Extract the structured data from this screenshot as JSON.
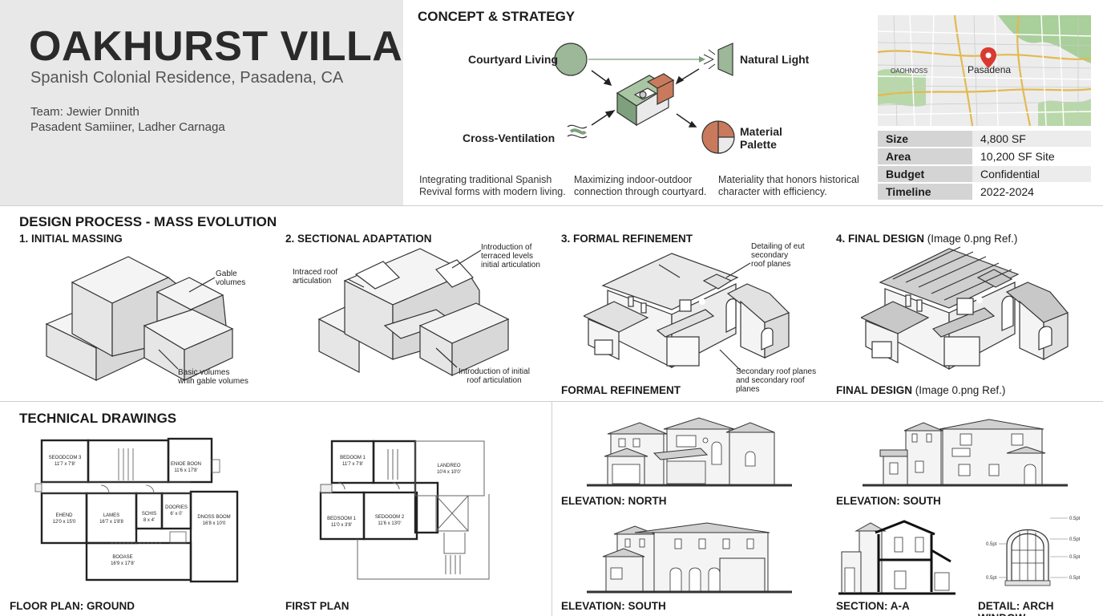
{
  "project": {
    "title": "OAKHURST VILLA",
    "subtitle": "Spanish Colonial Residence, Pasadena, CA",
    "team": "Team: Jewier Dnnith",
    "team2": "Pasadent Samiiner, Ladher Carnaga"
  },
  "concept": {
    "heading": "CONCEPT & STRATEGY",
    "labels": {
      "courtyard": "Courtyard Living",
      "light": "Natural Light",
      "ventilation": "Cross-Ventilation",
      "material1": "Material",
      "material2": "Palette"
    },
    "descriptions": [
      {
        "l1": "Integrating traditional Spanish",
        "l2": "Revival forms with modern living."
      },
      {
        "l1": "Maximizing indoor-outdoor",
        "l2": "connection through courtyard."
      },
      {
        "l1": "Materiality that honors historical",
        "l2": "character with efficiency."
      }
    ]
  },
  "map": {
    "city": "Pasadena",
    "area": "OAOHNOSS"
  },
  "stats": [
    {
      "label": "Size",
      "value": "4,800 SF"
    },
    {
      "label": "Area",
      "value": "10,200 SF Site"
    },
    {
      "label": "Budget",
      "value": "Confidential"
    },
    {
      "label": "Timeline",
      "value": "2022-2024"
    }
  ],
  "process": {
    "heading": "DESIGN PROCESS - MASS EVOLUTION",
    "steps": [
      {
        "title": "1. INITIAL MASSING",
        "suffix": ""
      },
      {
        "title": "2. SECTIONAL ADAPTATION",
        "suffix": ""
      },
      {
        "title": "3. FORMAL REFINEMENT",
        "suffix": ""
      },
      {
        "title": "4. FINAL DESIGN",
        "suffix": " (Image 0.png Ref.)"
      }
    ],
    "notes": {
      "gable1": "Gable",
      "gable2": "volumes",
      "basic1": "Basic volumes",
      "basic2": "wnih gable volumes",
      "intraced1": "Intraced roof",
      "intraced2": "articulation",
      "terraced1": "Introduction of",
      "terraced2": "terraced levels",
      "terraced3": "initial articulation",
      "initialroof1": "Introduction of initial",
      "initialroof2": "roof articulation",
      "detail1": "Detailing of eut",
      "detail2": "secondary",
      "detail3": "roof planes",
      "secondary1": "Secondary roof planes",
      "secondary2": "and secondary roof",
      "secondary3": "planes"
    },
    "caption3": "FORMAL REFINEMENT",
    "caption4": "FINAL DESIGN",
    "caption4_suffix": " (Image 0.png Ref.)"
  },
  "technical": {
    "heading": "TECHNICAL DRAWINGS",
    "ground_rooms": [
      {
        "name": "SEOODCOM 3",
        "dim": "11'7 x 7'8'"
      },
      {
        "name": "ENIOE BOON",
        "dim": "11'6 x 17'8'"
      },
      {
        "name": "LAMES",
        "dim": "16'7 x 1'8'8"
      },
      {
        "name": "EHEND",
        "dim": "12'0 x 15'0"
      },
      {
        "name": "SCHIS",
        "dim": "8 x 4'"
      },
      {
        "name": "DOORIES",
        "dim": "6' x 0'"
      },
      {
        "name": "DNOSS BOOM",
        "dim": "16'8 x 10'0"
      },
      {
        "name": "BOOASE",
        "dim": "16'9 x 17'8'"
      }
    ],
    "first_rooms": [
      {
        "name": "BEDOOM 1",
        "dim": "11'7 x 7'8'"
      },
      {
        "name": "LANDREO",
        "dim": "10'4 x 10'0'"
      },
      {
        "name": "BEDSOOM 1",
        "dim": "11'0 x 3'8'"
      },
      {
        "name": "SEDOOOM 2",
        "dim": "11'6 x 13'0'"
      }
    ],
    "captions": {
      "floor_ground": "FLOOR PLAN: GROUND",
      "first": "FIRST PLAN",
      "elev_north": "ELEVATION: NORTH",
      "elev_south": "ELEVATION: SOUTH",
      "elev_south2": "ELEVATION: SOUTH",
      "section": "SECTION: A-A",
      "detail": "DETAIL: ARCH WINDOW"
    },
    "detail_dims": [
      "0.5pt",
      "0.5pt",
      "0.5pt",
      "0.5pt",
      "0.5pt",
      "0.5pt"
    ]
  }
}
